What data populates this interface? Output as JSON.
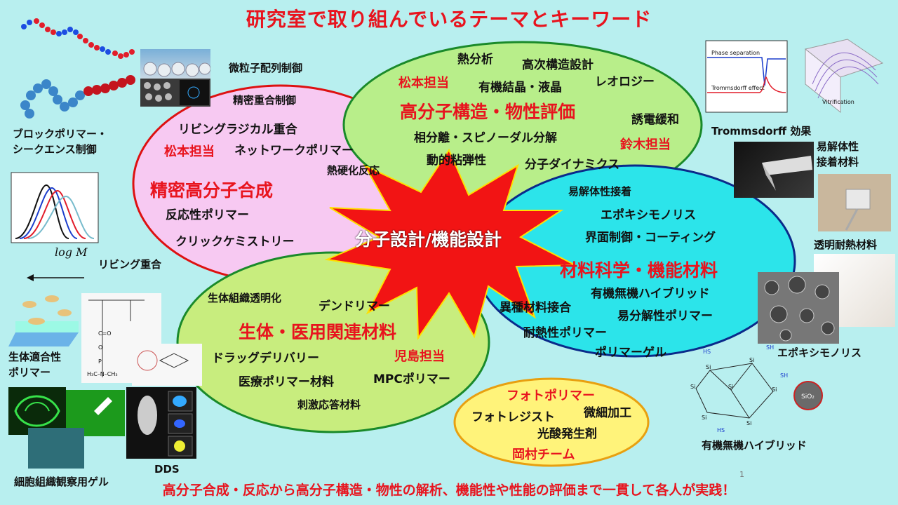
{
  "title": "研究室で取り組んでいるテーマとキーワード",
  "center": "分子設計/機能設計",
  "footer": "高分子合成・反応から高分子構造・物性の解析、機能性や性能の評価まで一貫して各人が実践！",
  "page_number": "1",
  "colors": {
    "background": "#b8efef",
    "pink": "#f7c9f2",
    "green": "#b8ee8a",
    "cyan": "#2ce4ea",
    "yellowgreen": "#c8ed7e",
    "yellow": "#fff37a",
    "star": "#f21414",
    "accent_red": "#e8141e"
  },
  "synthesis": {
    "heading": "精密高分子合成",
    "owner": "松本担当",
    "keywords": [
      "精密重合制御",
      "リビングラジカル重合",
      "ネットワークポリマー",
      "熱硬化反応",
      "反応性ポリマー",
      "クリックケミストリー"
    ]
  },
  "structure": {
    "heading": "高分子構造・物性評価",
    "owner1": "松本担当",
    "owner2": "鈴木担当",
    "keywords": [
      "熱分析",
      "高次構造設計",
      "有機結晶・液晶",
      "レオロジー",
      "誘電緩和",
      "相分離・スピノーダル分解",
      "動的粘弾性",
      "分子ダイナミクス"
    ]
  },
  "materials": {
    "heading": "材料科学・機能材料",
    "keywords": [
      "易解体性接着",
      "エポキシモノリス",
      "界面制御・コーティング",
      "有機無機ハイブリッド",
      "異種材料接合",
      "易分解性ポリマー",
      "耐熱性ポリマー",
      "ポリマーゲル"
    ]
  },
  "bio": {
    "heading": "生体・医用関連材料",
    "owner": "児島担当",
    "keywords": [
      "生体組織透明化",
      "デンドリマー",
      "ドラッグデリバリー",
      "医療ポリマー材料",
      "MPCポリマー",
      "刺激応答材料"
    ]
  },
  "photopolymer": {
    "heading": "フォトポリマー",
    "team": "岡村チーム",
    "keywords": [
      "フォトレジスト",
      "微細加工",
      "光酸発生剤"
    ]
  },
  "captions": {
    "block_copolymer": "ブロックポリマー・\nシークエンス制御",
    "particle": "微粒子配列制御",
    "living": "リビング重合",
    "log_m": "log M",
    "biocompat": "生体適合性\nポリマー",
    "dds": "DDS",
    "cell_gel": "細胞組織観察用ゲル",
    "trommsdorff": "Trommsdorff 効果",
    "adhesive": "易解体性\n接着材料",
    "transparent": "透明耐熱材料",
    "epoxy": "エポキシモノリス",
    "hybrid": "有機無機ハイブリッド"
  },
  "graph_labels": {
    "phase_sep": "Phase separation",
    "tromms": "Trommsdorff effect",
    "vitrification": "Vitrification",
    "sio2": "SiO₂"
  }
}
